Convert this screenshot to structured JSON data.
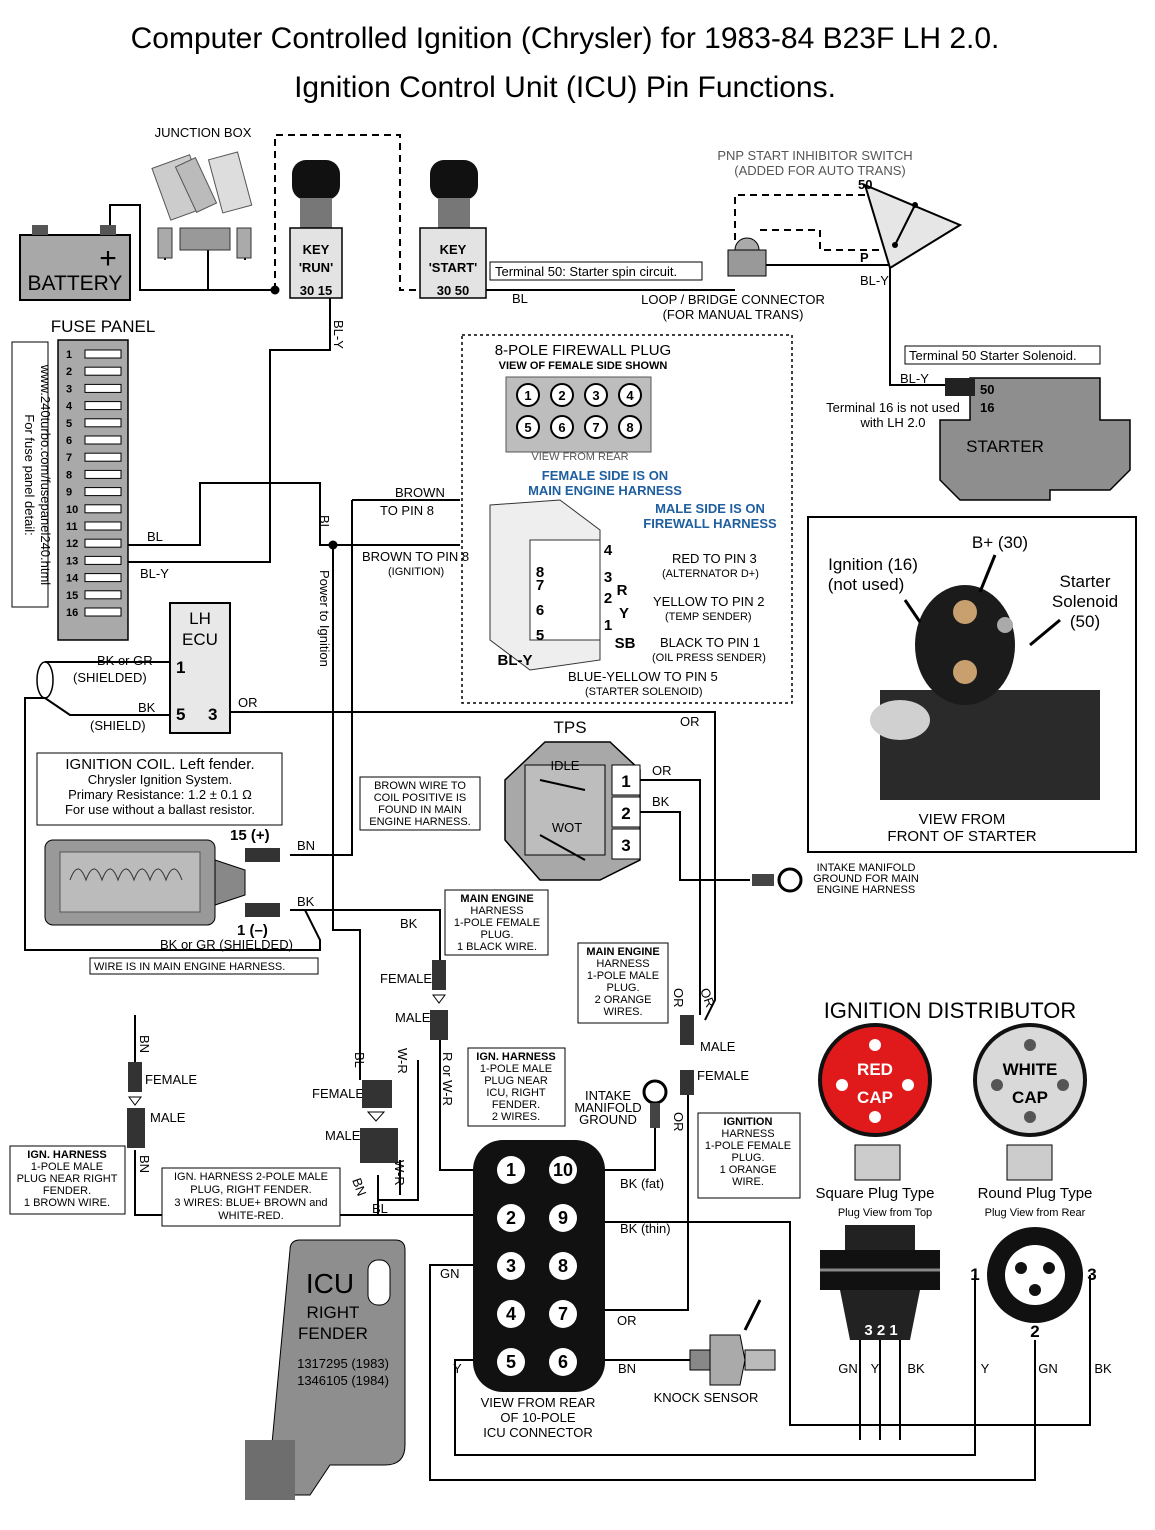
{
  "title": {
    "line1": "Computer Controlled Ignition (Chrysler) for 1983-84 B23F LH 2.0.",
    "line2": "Ignition Control Unit (ICU) Pin Functions."
  },
  "junction_box": "JUNCTION BOX",
  "battery": {
    "label": "BATTERY",
    "plus": "+"
  },
  "key_run": {
    "line1": "KEY",
    "line2": "'RUN'",
    "terminals": "30 15"
  },
  "key_start": {
    "line1": "KEY",
    "line2": "'START'",
    "terminals": "30 50"
  },
  "terminal50_note": "Terminal 50: Starter spin circuit.",
  "pnp": {
    "line1": "PNP START INHIBITOR SWITCH",
    "line2": "(ADDED FOR AUTO TRANS)",
    "t50": "50",
    "tP": "P"
  },
  "loop_bridge": {
    "line1": "LOOP / BRIDGE CONNECTOR",
    "line2": "(FOR MANUAL TRANS)"
  },
  "terminal50_solenoid": "Terminal 50 Starter Solenoid.",
  "starter": {
    "label": "STARTER",
    "t50": "50",
    "t16": "16",
    "note1": "Terminal 16 is not used",
    "note2": "with LH 2.0"
  },
  "fuse_panel": {
    "title": "FUSE PANEL",
    "numbers": [
      "1",
      "2",
      "3",
      "4",
      "5",
      "6",
      "7",
      "8",
      "9",
      "10",
      "11",
      "12",
      "13",
      "14",
      "15",
      "16"
    ],
    "side1": "For fuse panel detail:",
    "side2": "www.240turbo.com/fusepanel240.html"
  },
  "firewall_plug": {
    "title": "8-POLE FIREWALL PLUG",
    "subtitle": "VIEW OF FEMALE SIDE SHOWN",
    "pins": [
      "1",
      "2",
      "3",
      "4",
      "5",
      "6",
      "7",
      "8"
    ],
    "view": "VIEW FROM REAR",
    "female_note1": "FEMALE SIDE IS ON",
    "female_note2": "MAIN ENGINE HARNESS",
    "male_note1": "MALE SIDE IS ON",
    "male_note2": "FIREWALL HARNESS",
    "brown_pin8_a1": "BROWN",
    "brown_pin8_a2": "TO PIN 8",
    "brown_pin8_b1": "BROWN TO PIN 8",
    "brown_pin8_b2": "(IGNITION)",
    "red1": "RED TO PIN 3",
    "red2": "(ALTERNATOR D+)",
    "yellow1": "YELLOW TO PIN 2",
    "yellow2": "(TEMP SENDER)",
    "black1": "BLACK TO PIN 1",
    "black2": "(OIL PRESS SENDER)",
    "bluey1": "BLUE-YELLOW TO PIN 5",
    "bluey2": "(STARTER SOLENOID)",
    "connector_pins": [
      "8",
      "7",
      "6",
      "5",
      "4",
      "3",
      "2",
      "1"
    ],
    "connector_tags": [
      "R",
      "Y",
      "SB",
      "BL-Y"
    ]
  },
  "solenoid_photo": {
    "bplus": "B+ (30)",
    "ign1": "Ignition (16)",
    "ign2": "(not used)",
    "sol1": "Starter",
    "sol2": "Solenoid",
    "sol3": "(50)",
    "view1": "VIEW FROM",
    "view2": "FRONT OF STARTER"
  },
  "lh_ecu": {
    "line1": "LH",
    "line2": "ECU",
    "p1": "1",
    "p5": "5",
    "p3": "3"
  },
  "wires": {
    "bly": "BL-Y",
    "bl": "BL",
    "bn": "BN",
    "bk": "BK",
    "or": "OR",
    "gn": "GN",
    "y": "Y",
    "bk_gr": "BK or GR",
    "shielded": "(SHIELDED)",
    "shield": "(SHIELD)",
    "bk_gr_shielded": "BK or GR (SHIELDED)",
    "power": "Power to Ignition",
    "wr": "W-R",
    "r_or_wr": "R or W-R",
    "bk_fat": "BK (fat)",
    "bk_thin": "BK (thin)"
  },
  "coil": {
    "line1": "IGNITION COIL. Left fender.",
    "line2": "Chrysler Ignition System.",
    "line3": "Primary Resistance: 1.2 ± 0.1 Ω",
    "line4": "For use without a ballast resistor.",
    "t15": "15 (+)",
    "t1": "1 (–)",
    "harness_note": "WIRE IS IN MAIN ENGINE HARNESS."
  },
  "brown_coil_note": [
    "BROWN WIRE TO",
    "COIL POSITIVE IS",
    "FOUND IN MAIN",
    "ENGINE HARNESS."
  ],
  "tps": {
    "title": "TPS",
    "idle": "IDLE",
    "wot": "WOT",
    "p1": "1",
    "p2": "2",
    "p3": "3"
  },
  "intake_ground_top": [
    "INTAKE MANIFOLD",
    "GROUND FOR MAIN",
    "ENGINE HARNESS"
  ],
  "meh_female_note": [
    "MAIN ENGINE",
    "HARNESS",
    "1-POLE FEMALE",
    "PLUG.",
    "1 BLACK WIRE."
  ],
  "meh_male_note": [
    "MAIN ENGINE",
    "HARNESS",
    "1-POLE MALE",
    "PLUG.",
    "2 ORANGE",
    "WIRES."
  ],
  "ign_female_note": [
    "IGNITION",
    "HARNESS",
    "1-POLE FEMALE",
    "PLUG.",
    "1 ORANGE",
    "WIRE."
  ],
  "ign_male_icu_note": [
    "IGN. HARNESS",
    "1-POLE MALE",
    "PLUG NEAR",
    "ICU, RIGHT",
    "FENDER.",
    "2 WIRES."
  ],
  "ign_male_right_note": [
    "IGN. HARNESS",
    "1-POLE MALE",
    "PLUG NEAR RIGHT",
    "FENDER.",
    "1 BROWN WIRE."
  ],
  "ign_2pole_note": [
    "IGN. HARNESS 2-POLE MALE",
    "PLUG, RIGHT FENDER.",
    "3 WIRES: BLUE+ BROWN and",
    "WHITE-RED."
  ],
  "labels": {
    "female": "FEMALE",
    "male": "MALE"
  },
  "intake_ground": [
    "INTAKE",
    "MANIFOLD",
    "GROUND"
  ],
  "icu_connector": {
    "pins_left": [
      "1",
      "2",
      "3",
      "4",
      "5"
    ],
    "pins_right": [
      "10",
      "9",
      "8",
      "7",
      "6"
    ],
    "view1": "VIEW FROM REAR",
    "view2": "OF 10-POLE",
    "view3": "ICU CONNECTOR"
  },
  "knock_sensor": "KNOCK SENSOR",
  "icu": {
    "title": "ICU",
    "sub1": "RIGHT",
    "sub2": "FENDER",
    "pn1": "1317295 (1983)",
    "pn2": "1346105 (1984)"
  },
  "distributor": {
    "title": "IGNITION DISTRIBUTOR",
    "red1": "RED",
    "red2": "CAP",
    "white1": "WHITE",
    "white2": "CAP",
    "square": "Square Plug Type",
    "square_sub": "Plug View from Top",
    "round": "Round Plug Type",
    "round_sub": "Plug View from Rear",
    "sq_pins": "3 2 1",
    "rd1": "1",
    "rd2": "2",
    "rd3": "3",
    "sq_wires": [
      "GN",
      "Y",
      "BK"
    ],
    "rd_wires": [
      "Y",
      "GN",
      "BK"
    ]
  },
  "colors": {
    "red_cap": "#e01a1a",
    "white_cap": "#d9d9d9",
    "label_blue": "#1f5fa0",
    "grey_part": "#8e8e8e"
  }
}
